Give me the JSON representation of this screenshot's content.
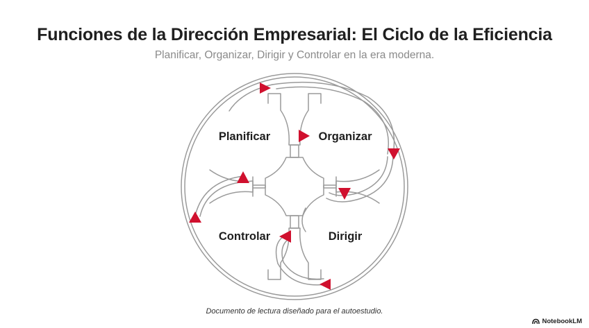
{
  "header": {
    "title": "Funciones de la Dirección Empresarial: El Ciclo de la Eficiencia",
    "subtitle": "Planificar, Organizar, Dirigir y Controlar en la era moderna."
  },
  "diagram": {
    "labels": {
      "planificar": "Planificar",
      "organizar": "Organizar",
      "dirigir": "Dirigir",
      "controlar": "Controlar"
    },
    "colors": {
      "line": "#9a9a9a",
      "arrow": "#d0102e",
      "text": "#1e1e1e"
    }
  },
  "footer": {
    "note": "Documento de lectura diseñado para el autoestudio."
  },
  "brand": {
    "name": "NotebookLM",
    "icon": "notebooklm-logo-icon"
  }
}
